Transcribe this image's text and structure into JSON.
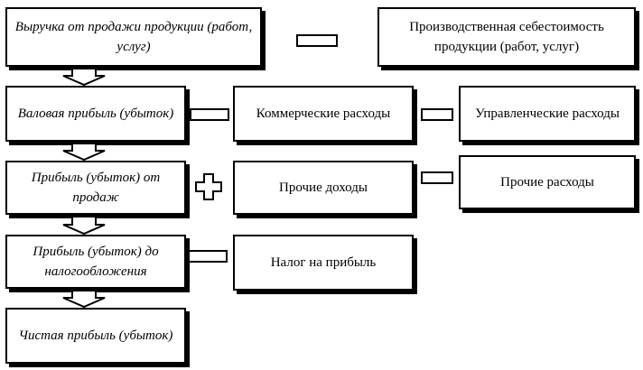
{
  "left_column": [
    {
      "id": "revenue",
      "label": "Выручка от продажи продукции (работ, услуг)"
    },
    {
      "id": "gross-profit",
      "label": "Валовая прибыль (убыток)"
    },
    {
      "id": "sales-profit",
      "label": "Прибыль (убыток) от продаж"
    },
    {
      "id": "pretax-profit",
      "label": "Прибыль (убыток) до налогообложения"
    },
    {
      "id": "net-profit",
      "label": "Чистая прибыль (убыток)"
    }
  ],
  "right_boxes": {
    "production_cost": "Производственная себестоимость продукции (работ, услуг)",
    "commercial_expenses": "Коммерческие расходы",
    "administrative_expenses": "Управленческие расходы",
    "other_income": "Прочие доходы",
    "other_expenses": "Прочие расходы",
    "profit_tax": "Налог на прибыль"
  },
  "operators": {
    "row1": "minus",
    "row2_a": "minus",
    "row2_b": "minus",
    "row3_a": "plus",
    "row3_b": "minus",
    "row4": "minus"
  }
}
